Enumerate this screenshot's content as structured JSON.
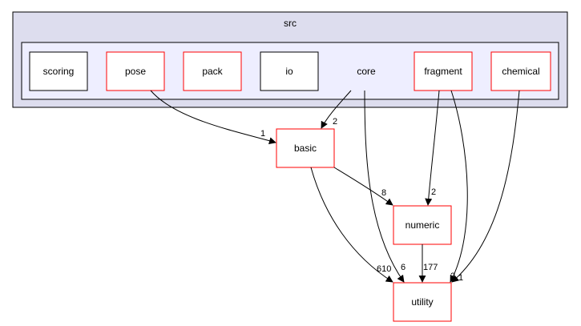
{
  "diagram": {
    "outer_cluster": {
      "label": "src"
    },
    "inner_cluster": {
      "label": "core"
    },
    "nodes": {
      "scoring": {
        "label": "scoring",
        "border": "#000000"
      },
      "pose": {
        "label": "pose",
        "border": "#ff0000"
      },
      "pack": {
        "label": "pack",
        "border": "#ff0000"
      },
      "io": {
        "label": "io",
        "border": "#000000"
      },
      "fragment": {
        "label": "fragment",
        "border": "#ff0000"
      },
      "chemical": {
        "label": "chemical",
        "border": "#ff0000"
      },
      "basic": {
        "label": "basic",
        "border": "#ff0000"
      },
      "numeric": {
        "label": "numeric",
        "border": "#ff0000"
      },
      "utility": {
        "label": "utility",
        "border": "#ff0000"
      }
    },
    "edges": {
      "core_basic": {
        "label": "2"
      },
      "pose_basic": {
        "label": "1"
      },
      "basic_numeric": {
        "label": "8"
      },
      "fragment_numeric": {
        "label": "2"
      },
      "basic_utility": {
        "label": "610"
      },
      "core_utility": {
        "label": "6"
      },
      "numeric_utility": {
        "label": "177"
      },
      "fragment_utility": {
        "label": "2"
      },
      "chemical_utility": {
        "label": "1"
      }
    },
    "colors": {
      "outer_fill": "#ddddee",
      "inner_fill": "#eeeeff",
      "cluster_border": "#000000",
      "dependency_border": "#ff0000",
      "plain_border": "#000000",
      "edge": "#000000"
    }
  }
}
